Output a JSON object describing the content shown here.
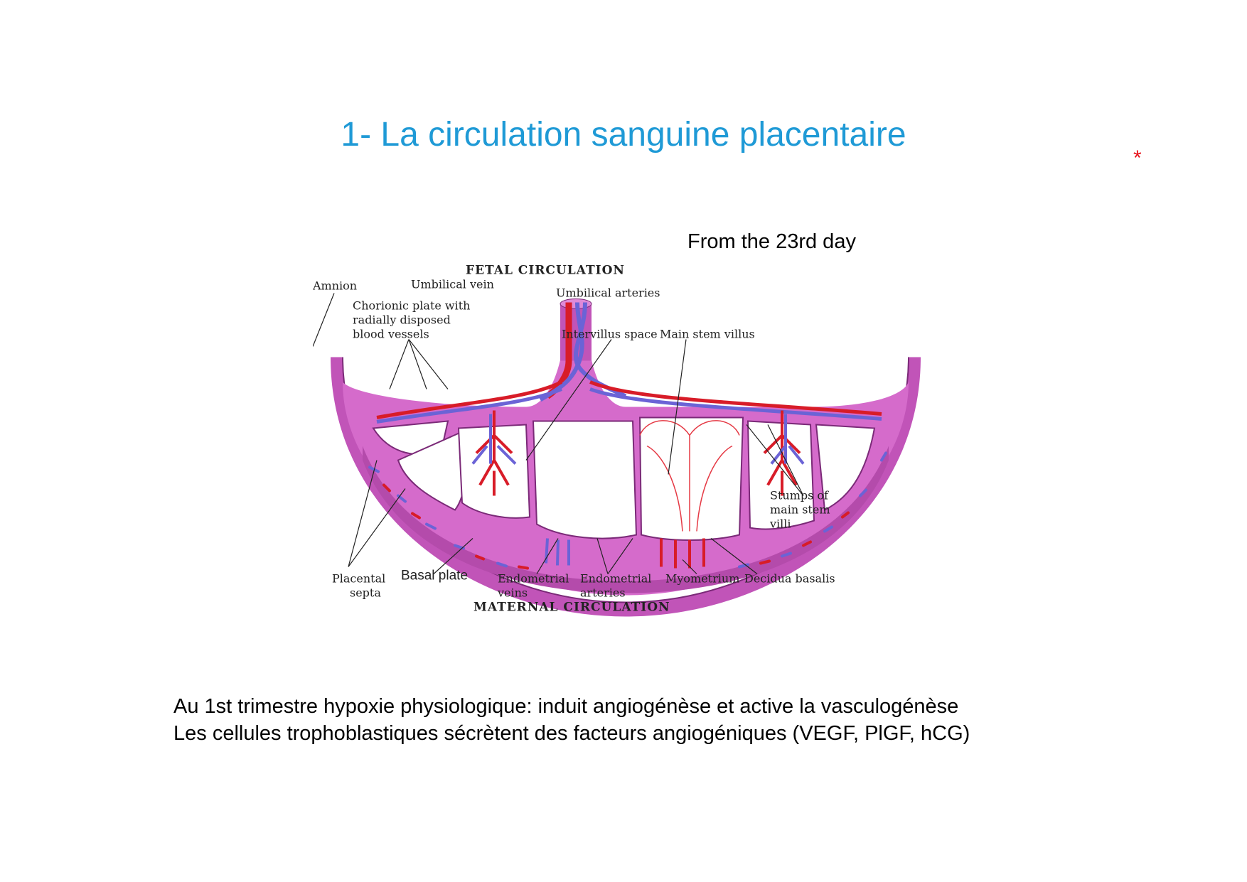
{
  "slide": {
    "title": "1- La circulation sanguine placentaire",
    "asterisk": "*",
    "subtitle": "From the 23rd day"
  },
  "diagram": {
    "labels": {
      "fetal_circulation": "FETAL CIRCULATION",
      "amnion": "Amnion",
      "umbilical_vein": "Umbilical vein",
      "umbilical_arteries": "Umbilical arteries",
      "chorionic_plate_1": "Chorionic plate with",
      "chorionic_plate_2": "radially disposed",
      "chorionic_plate_3": "blood vessels",
      "intervillus_space": "Intervillus space",
      "main_stem_villus": "Main stem villus",
      "stumps_1": "Stumps of",
      "stumps_2": "main stem",
      "stumps_3": "villi",
      "placental_septa_1": "Placental",
      "placental_septa_2": "septa",
      "basal_plate": "Basal plate",
      "endometrial_veins_1": "Endometrial",
      "endometrial_veins_2": "veins",
      "endometrial_arteries_1": "Endometrial",
      "endometrial_arteries_2": "arteries",
      "myometrium": "Myometrium",
      "decidua_basalis": "Decidua basalis",
      "maternal_circulation": "MATERNAL CIRCULATION"
    },
    "colors": {
      "tissue": "#cc5fc3",
      "tissue_dark": "#b24aa8",
      "artery": "#d81c28",
      "vein": "#6b63d6",
      "space": "#ffffff"
    }
  },
  "body": {
    "line1": "Au 1st trimestre hypoxie physiologique: induit angiogénèse et active la vasculogénèse",
    "line2": "Les cellules trophoblastiques sécrètent des facteurs angiogéniques (VEGF, PlGF, hCG)"
  }
}
